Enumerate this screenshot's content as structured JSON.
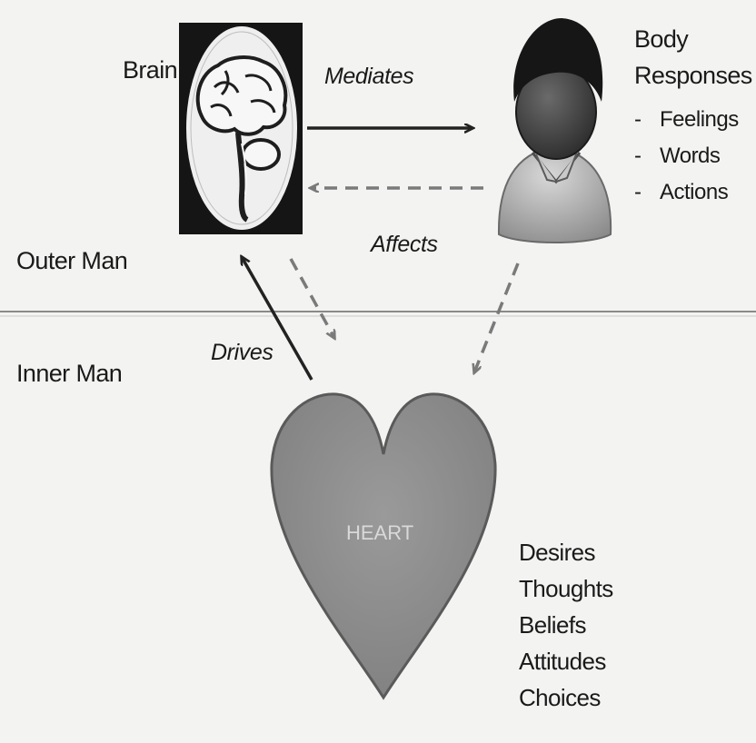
{
  "brain": {
    "label": "Brain"
  },
  "body": {
    "label_line1": "Body",
    "label_line2": "Responses",
    "responses": [
      "Feelings",
      "Words",
      "Actions"
    ]
  },
  "arrows": {
    "mediates": "Mediates",
    "affects": "Affects",
    "drives": "Drives"
  },
  "regions": {
    "outer": "Outer Man",
    "inner": "Inner Man"
  },
  "heart": {
    "label": "HEART",
    "contents": [
      "Desires",
      "Thoughts",
      "Beliefs",
      "Attitudes",
      "Choices"
    ]
  },
  "colors": {
    "background": "#f3f3f1",
    "heart_fill": "#8d8d8d",
    "ink": "#1a1a1a",
    "dashed": "#7a7a7a"
  },
  "icons": {
    "brain": "brain-icon",
    "person": "person-icon",
    "heart": "heart-shape"
  }
}
